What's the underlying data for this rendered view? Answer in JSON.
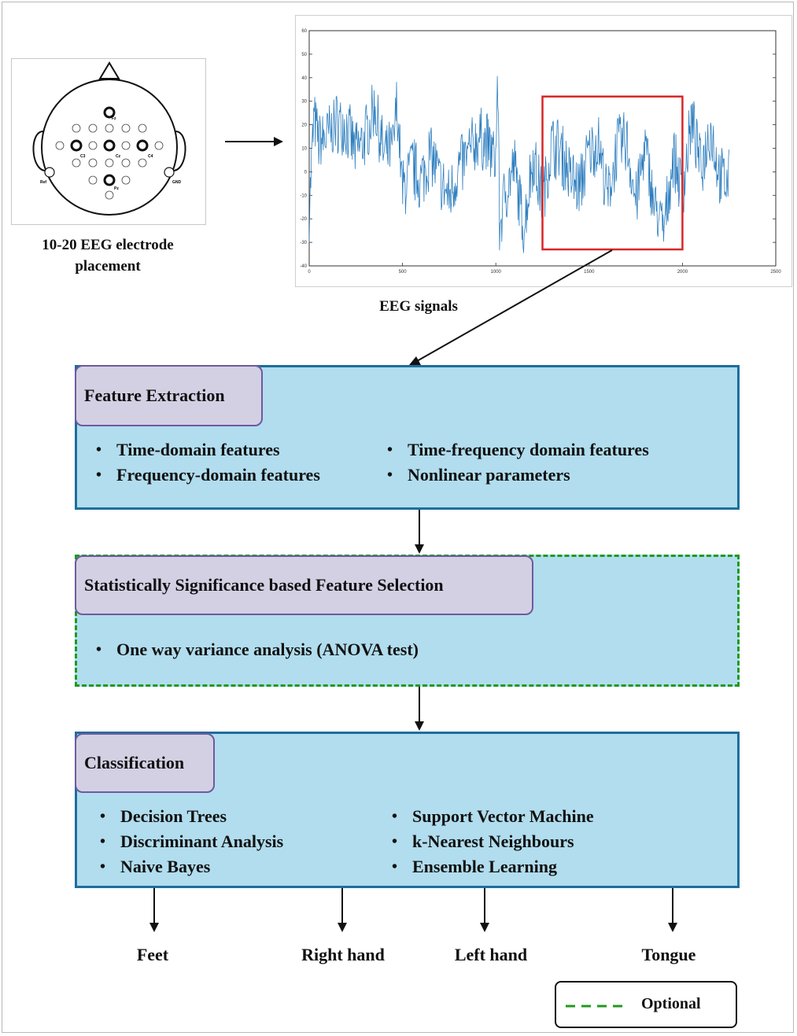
{
  "electrode_figure": {
    "caption": "10-20 EEG electrode placement",
    "labels": {
      "fz": "Fz",
      "c3": "C3",
      "cz": "Cz",
      "c4": "C4",
      "pz": "Pz",
      "ref": "Ref",
      "gnd": "GND"
    }
  },
  "eeg_figure": {
    "caption": "EEG signals",
    "colors": {
      "signal": "#2f7fbf",
      "highlight": "#d62728"
    }
  },
  "chart_data": {
    "type": "line",
    "x_ticks": [
      "0",
      "500",
      "1000",
      "1500",
      "2000",
      "2500"
    ],
    "y_ticks": [
      "-40",
      "-30",
      "-20",
      "-10",
      "0",
      "10",
      "20",
      "30",
      "40",
      "50",
      "60"
    ],
    "xlim": [
      0,
      2500
    ],
    "ylim": [
      -40,
      60
    ],
    "n_samples": 2250,
    "highlight_range": {
      "x": [
        1250,
        2000
      ],
      "y": [
        -33,
        32
      ]
    },
    "series": [
      {
        "x": [
          0,
          25,
          50,
          100,
          150,
          200,
          250,
          300,
          350,
          400,
          450,
          470,
          500,
          550,
          600,
          650,
          700,
          750,
          800,
          850,
          900,
          950,
          1000,
          1010,
          1020,
          1050,
          1100,
          1150,
          1200,
          1250,
          1300,
          1350,
          1400,
          1450,
          1500,
          1550,
          1600,
          1650,
          1700,
          1750,
          1800,
          1850,
          1900,
          1950,
          2000,
          2050,
          2100,
          2150,
          2200,
          2240
        ],
        "values": [
          -20,
          27,
          15,
          18,
          25,
          22,
          10,
          17,
          33,
          8,
          12,
          35,
          -10,
          3,
          -5,
          10,
          -5,
          -13,
          2,
          8,
          17,
          15,
          6,
          52,
          -28,
          -10,
          2,
          -28,
          8,
          -15,
          14,
          10,
          -3,
          -8,
          10,
          15,
          -14,
          13,
          16,
          -15,
          12,
          -17,
          -30,
          8,
          -10,
          26,
          2,
          22,
          -3,
          -5
        ]
      }
    ]
  },
  "feature_extraction": {
    "title": "Feature Extraction",
    "items_left": [
      "Time-domain features",
      "Frequency-domain features"
    ],
    "items_right": [
      "Time-frequency domain features",
      "Nonlinear parameters"
    ]
  },
  "feature_selection": {
    "title": "Statistically Significance based Feature Selection",
    "items": [
      "One way variance analysis (ANOVA test)"
    ]
  },
  "classification": {
    "title": "Classification",
    "items_left": [
      "Decision Trees",
      "Discriminant Analysis",
      "Naive Bayes"
    ],
    "items_right": [
      "Support Vector Machine",
      "k-Nearest Neighbours",
      "Ensemble Learning"
    ]
  },
  "outcomes": [
    "Feet",
    "Right hand",
    "Left hand",
    "Tongue"
  ],
  "legend": {
    "label": "Optional",
    "color": "#1f9a1f"
  },
  "colors": {
    "panel_fill": "#b1ddee",
    "panel_border": "#1e6e9c",
    "tag_fill": "#d3d0e4",
    "tag_border": "#6f5a9e"
  }
}
